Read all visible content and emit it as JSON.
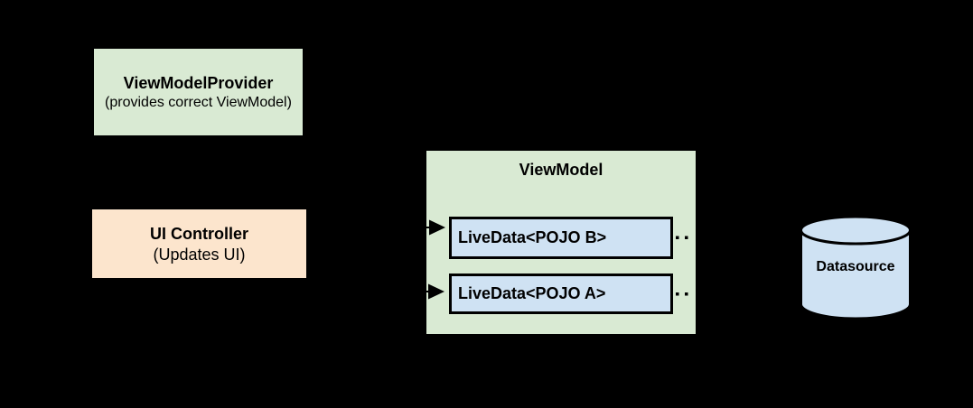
{
  "colors": {
    "background": "#000000",
    "box_green": "#d9ead3",
    "box_peach": "#fce5cd",
    "box_blue": "#cfe2f3",
    "stroke": "#000000",
    "text": "#000000"
  },
  "diagram": {
    "view_model_provider": {
      "title": "ViewModelProvider",
      "subtitle": "(provides correct ViewModel)"
    },
    "ui_controller": {
      "title": "UI Controller",
      "subtitle": "(Updates UI)"
    },
    "view_model": {
      "title": "ViewModel",
      "livedata": [
        {
          "label": "LiveData<POJO B>"
        },
        {
          "label": "LiveData<POJO A>"
        }
      ]
    },
    "datasource": {
      "label": "Datasource"
    }
  }
}
